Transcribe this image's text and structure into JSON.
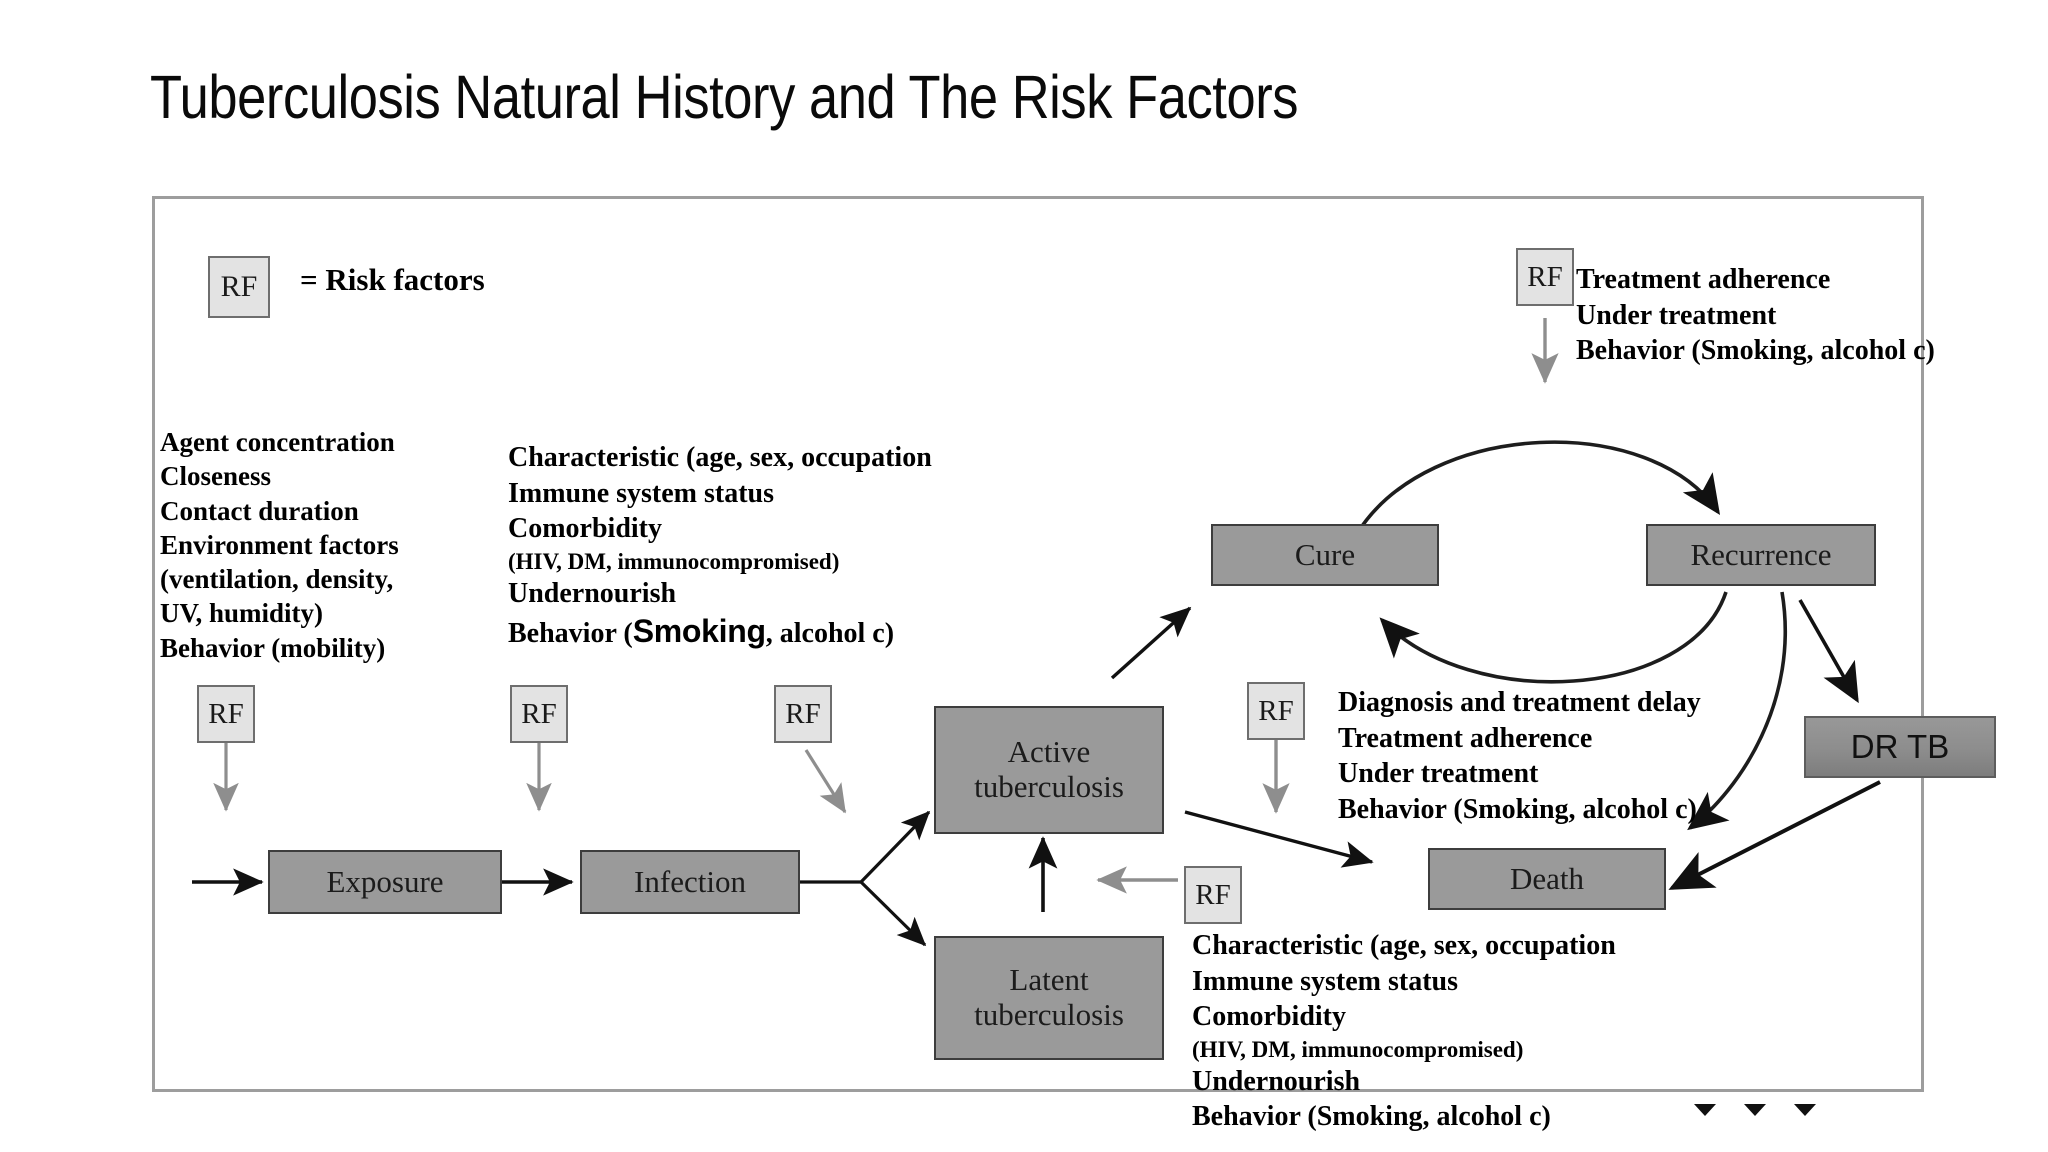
{
  "slide": {
    "title": "Tuberculosis Natural History and The Risk Factors"
  },
  "legend": {
    "chip": "RF",
    "text": "= Risk factors"
  },
  "nodes": {
    "exposure": "Exposure",
    "infection": "Infection",
    "active_tb_line1": "Active",
    "active_tb_line2": "tuberculosis",
    "latent_tb_line1": "Latent",
    "latent_tb_line2": "tuberculosis",
    "cure": "Cure",
    "recurrence": "Recurrence",
    "death": "Death",
    "dr_tb": "DR TB"
  },
  "rf_chips": {
    "exposure_rf": "RF",
    "infection_rf": "RF",
    "active_rf": "RF",
    "latent_rf": "RF",
    "outcome_rf": "RF",
    "top_rf": "RF"
  },
  "risk_factor_lists": {
    "exposure": [
      "Agent concentration",
      "Closeness",
      "Contact duration",
      "Environment factors",
      "(ventilation, density,",
      "UV, humidity)",
      "Behavior (mobility)"
    ],
    "infection": {
      "lines": [
        "Characteristic (age, sex, occupation",
        "Immune system status",
        "Comorbidity"
      ],
      "small_line": "(HIV, DM, immunocompromised)",
      "undernourish": "Undernourish",
      "behavior_prefix": "Behavior (",
      "behavior_emphasis": "Smoking",
      "behavior_suffix": ", alcohol c)"
    },
    "reactivation": {
      "lines": [
        "Characteristic (age, sex, occupation",
        "Immune system status",
        "Comorbidity"
      ],
      "small_line": "(HIV, DM, immunocompromised)",
      "undernourish": "Undernourish",
      "behavior": "Behavior (Smoking, alcohol c)"
    },
    "treatment_top": [
      "Treatment adherence",
      "Under treatment",
      "Behavior (Smoking, alcohol c)"
    ],
    "outcome": [
      "Diagnosis and treatment delay",
      "Treatment adherence",
      "Under treatment",
      "Behavior (Smoking, alcohol c)"
    ]
  },
  "colors": {
    "node_fill": "#9a9a9a",
    "node_border": "#3d3d3d",
    "rf_fill": "#e3e3e3",
    "rf_border": "#6e6e6e",
    "panel_border": "#9d9d9d",
    "arrow_dark": "#111111",
    "arrow_gray": "#8a8a8a",
    "text": "#000000"
  }
}
